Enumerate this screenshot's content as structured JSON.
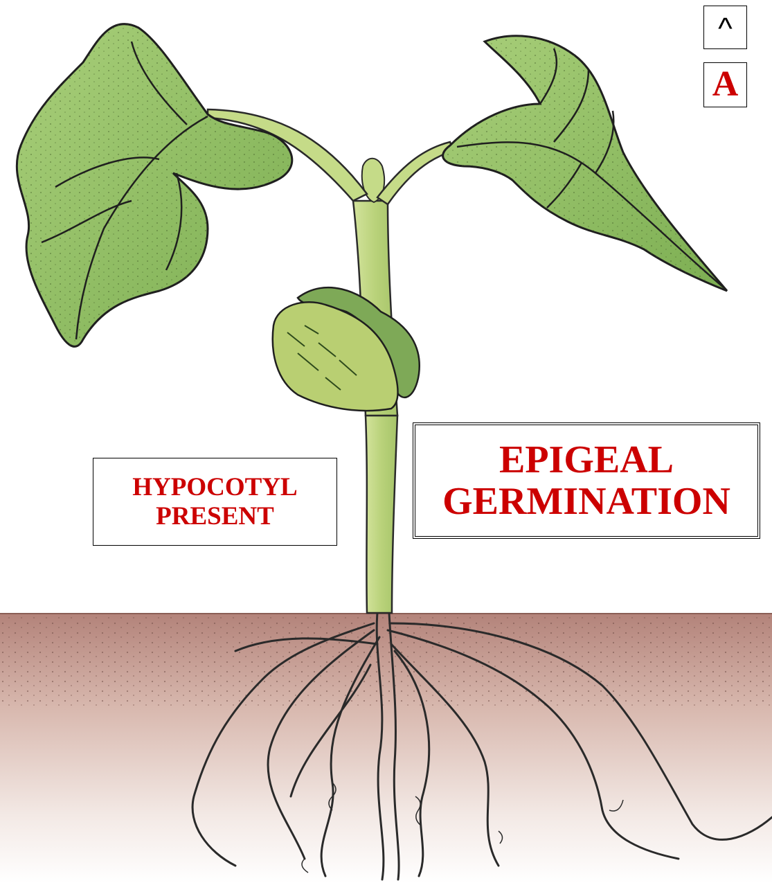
{
  "labels": {
    "hypocotyl": [
      "HYPOCOTYL",
      "PRESENT"
    ],
    "title": [
      "EPIGEAL",
      "GERMINATION"
    ]
  },
  "nav": {
    "up_label": "^",
    "a_label": "A"
  },
  "colors": {
    "label_text": "#cc0000",
    "leaf": "#8cc063",
    "stem": "#c2d883",
    "soil_top": "#b3837a",
    "soil_bottom": "#ffffff"
  }
}
